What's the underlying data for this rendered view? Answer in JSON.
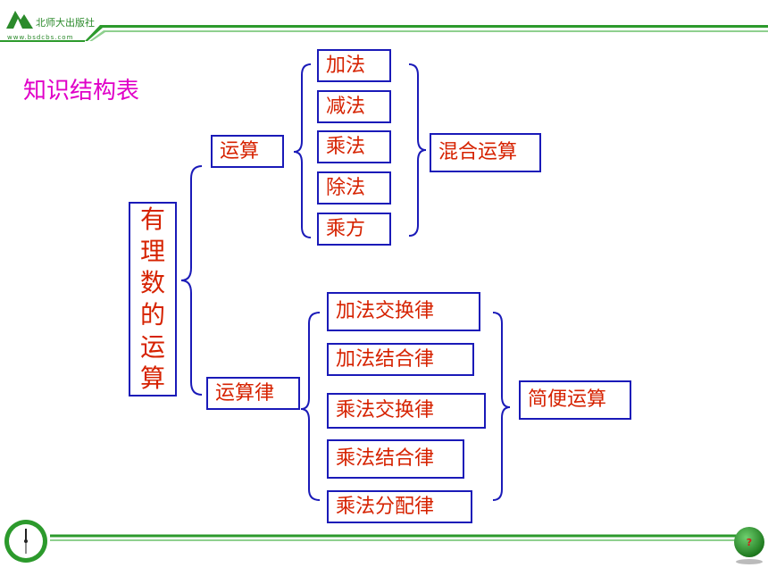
{
  "header": {
    "logo_text": "北师大出版社",
    "url": "www.bsdcbs.com"
  },
  "slide": {
    "title": "知识结构表",
    "root_chars": [
      "有",
      "理",
      "数",
      "的",
      "运",
      "算"
    ],
    "operations": {
      "label": "运算",
      "items": [
        "加法",
        "减法",
        "乘法",
        "除法",
        "乘方"
      ],
      "result": "混合运算"
    },
    "laws": {
      "label": "运算律",
      "items": [
        "加法交换律",
        "加法结合律",
        "乘法交换律",
        "乘法结合律",
        "乘法分配律"
      ],
      "result": "简便运算"
    }
  },
  "footer": {
    "help_label": "?"
  },
  "colors": {
    "box_border": "#1a1ab8",
    "box_text": "#d62200",
    "title": "#e000c8",
    "bracket": "#1a1ab8",
    "stripe_green": "#2c9a2c"
  }
}
